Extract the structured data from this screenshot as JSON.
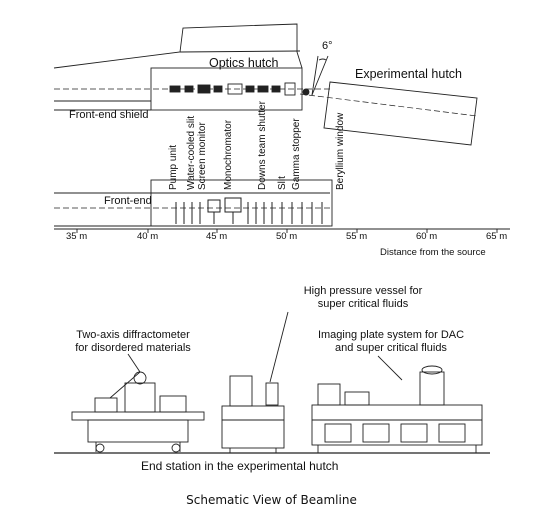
{
  "labels": {
    "optics_hutch": "Optics hutch",
    "experimental_hutch": "Experimental hutch",
    "angle": "6°",
    "front_end_shield": "Front-end shield",
    "front_end": "Front-end",
    "distance_axis": "Distance from the source",
    "end_station": "End station in the experimental hutch",
    "caption": "Schematic View of Beamline"
  },
  "components": [
    "Pump unit",
    "Water-cooled slit",
    "Screen monitor",
    "Monochromator",
    "Downs team shutter",
    "Slit",
    "Gamma stopper",
    "Beryllium window"
  ],
  "axis_ticks": [
    "35 m",
    "40 m",
    "45 m",
    "50 m",
    "55 m",
    "60 m",
    "65 m"
  ],
  "stations": {
    "diffractometer": [
      "Two-axis diffractometer",
      "for disordered materials"
    ],
    "pressure_vessel": [
      "High pressure vessel for",
      "super critical fluids"
    ],
    "imaging_plate": [
      "Imaging plate system for DAC",
      "and super critical fluids"
    ]
  }
}
